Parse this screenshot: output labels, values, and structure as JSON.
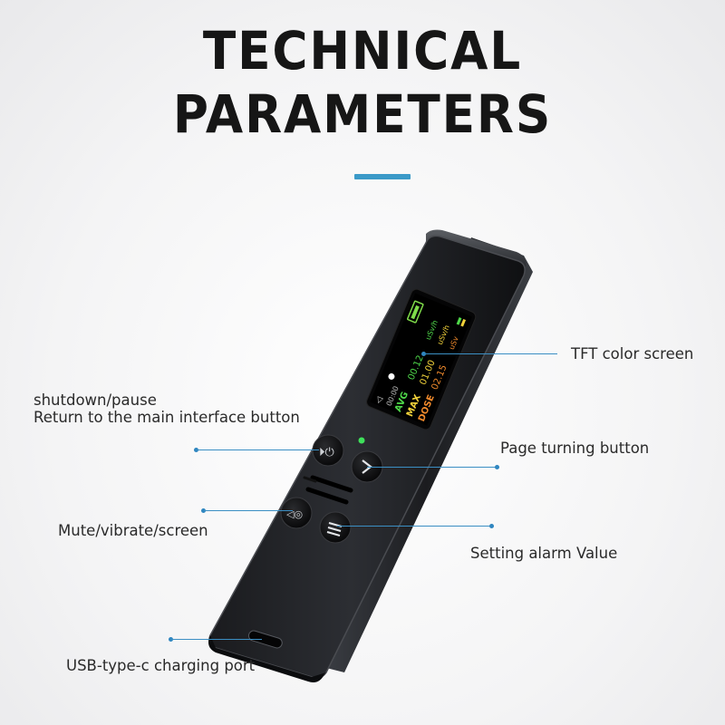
{
  "title": {
    "line1": "TECHNICAL",
    "line2": "PARAMETERS"
  },
  "accent_color": "#3b9ac8",
  "callouts": {
    "tft_screen": "TFT color screen",
    "shutdown_line1": "shutdown/pause",
    "shutdown_line2": "Return to the main interface button",
    "page_turning": "Page turning button",
    "mute": "Mute/vibrate/screen",
    "alarm": "Setting alarm Value",
    "usb": "USB-type-c charging port"
  },
  "screen": {
    "avg_label": "AVG",
    "max_label": "MAX",
    "dose_label": "DOSE",
    "avg_value": "00.12",
    "max_value": "01.00",
    "dose_value": "02.15",
    "unit_rate1": "uSv/h",
    "unit_rate2": "uSv/h",
    "unit_dose": "uSv",
    "timer": "00:00",
    "colors": {
      "avg": "#4fd84a",
      "max": "#f2d23a",
      "dose": "#f08a2c"
    }
  },
  "buttons": {
    "power_icon": "power-pause-icon",
    "next_icon": "chevron-right-icon",
    "mute_icon": "mute-vibrate-icon",
    "menu_icon": "menu-icon"
  }
}
